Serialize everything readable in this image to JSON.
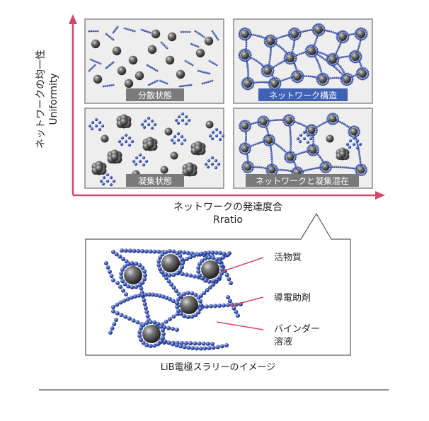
{
  "axes": {
    "x_label_jp": "ネットワークの発達度合",
    "x_label_en": "Rratio",
    "y_label_jp": "ネットワークの均一性",
    "y_label_en": "Uniformity"
  },
  "panels": [
    {
      "id": "dispersed",
      "label": "分散状態",
      "tag_style": "gray"
    },
    {
      "id": "network",
      "label": "ネットワーク構造",
      "tag_style": "blue"
    },
    {
      "id": "aggregated",
      "label": "凝集状態",
      "tag_style": "gray"
    },
    {
      "id": "mixed",
      "label": "ネットワークと凝集混在",
      "tag_style": "gray"
    }
  ],
  "inset": {
    "callouts": [
      {
        "id": "active-material",
        "lines": [
          "活物質"
        ]
      },
      {
        "id": "conductive-agent",
        "lines": [
          "導電助剤"
        ]
      },
      {
        "id": "binder-solution",
        "lines": [
          "バインダー",
          "溶液"
        ]
      }
    ],
    "caption": "LiB電極スラリーのイメージ"
  },
  "colors": {
    "axis": "#d2486a",
    "bead": "#3a55b4",
    "sphere": "#3c3c3c",
    "tag_gray": "#7a7a7a",
    "tag_blue": "#3f62b5",
    "panel_bg": "#eeeeee",
    "panel_border": "#8a8a8a"
  }
}
